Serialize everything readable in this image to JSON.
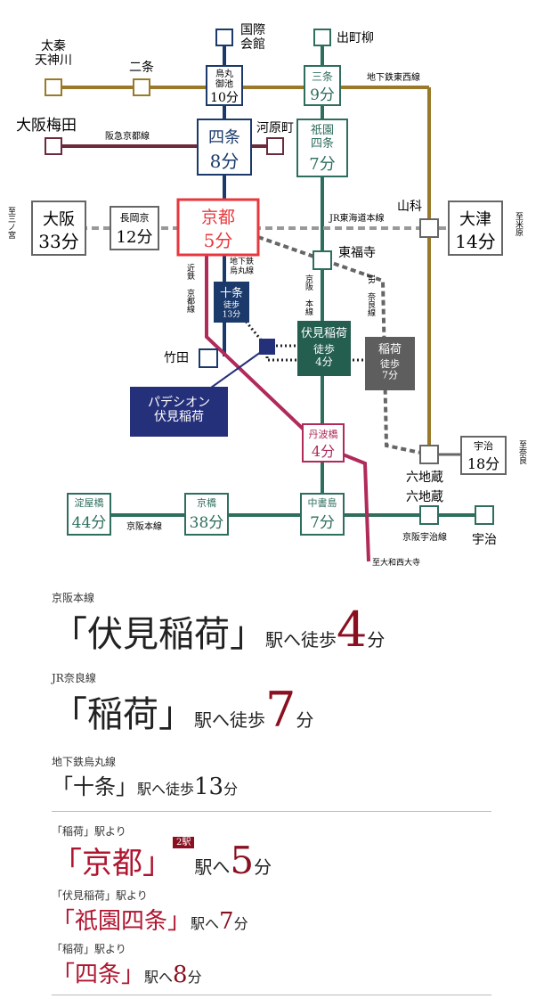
{
  "colors": {
    "keihan": "#2e6e5e",
    "karasuma": "#1b3a6b",
    "tozai": "#9a7a2a",
    "hankyu": "#6b2b3b",
    "kintetsu": "#b02a5a",
    "jr_nara": "#666666",
    "accent": "#8a1020",
    "kyoto_red": "#e8383d",
    "property": "#25307a",
    "walk_box": "#245e4e",
    "inari_box": "#5e5e5e"
  },
  "stations": {
    "kokusai": "国際\n会館",
    "demachi": "出町柳",
    "uzumasa": "太秦\n天神川",
    "nijo": "二条",
    "karasuma_oike": "烏丸\n御池",
    "karasuma_oike_time": "10分",
    "sanjo": "三条",
    "sanjo_time": "9分",
    "umeda": "大阪梅田",
    "shijo": "四条",
    "shijo_time": "8分",
    "kawaramachi": "河原町",
    "gion": "祇園\n四条",
    "gion_time": "7分",
    "osaka": "大阪",
    "osaka_time": "33分",
    "nagaokakyo": "長岡京",
    "nagaokakyo_time": "12分",
    "kyoto": "京都",
    "kyoto_time": "5分",
    "yamashina": "山科",
    "otsu": "大津",
    "otsu_time": "14分",
    "tofukuji": "東福寺",
    "jujo": "十条",
    "jujo_walk": "徒歩\n13分",
    "fushimi_inari": "伏見稲荷",
    "fushimi_inari_walk": "徒歩\n4分",
    "inari": "稲荷",
    "inari_walk": "徒歩\n7分",
    "takeda": "竹田",
    "property": "パデシオン\n伏見稲荷",
    "tambabashi": "丹波橋",
    "tambabashi_time": "4分",
    "uji_top": "宇治",
    "uji_top_time": "18分",
    "rokujizo_top": "六地蔵",
    "rokujizo_bottom": "六地蔵",
    "yodoyabashi": "淀屋橋",
    "yodoyabashi_time": "44分",
    "kyobashi": "京橋",
    "kyobashi_time": "38分",
    "chushojima": "中書島",
    "chushojima_time": "7分",
    "uji_bottom": "宇治"
  },
  "line_labels": {
    "tozai": "地下鉄東西線",
    "hankyu": "阪急京都線",
    "jr_tokaido": "JR東海道本線",
    "to_sannomiya": "至三ノ宮",
    "to_maibara": "至米原",
    "karasuma": "地下鉄\n烏丸線",
    "kintetsu": "近鉄\n京都線",
    "keihan_main_vertical": "京阪\n本線",
    "jr_nara": "JR\n奈良線",
    "to_nara": "至奈良",
    "keihan_main_bottom": "京阪本線",
    "keihan_uji": "京阪宇治線",
    "to_yamato": "至大和西大寺"
  },
  "access": {
    "r1": {
      "line": "京阪本線",
      "pre": "「伏見稲荷」",
      "mid": "駅へ徒歩",
      "num": "4",
      "unit": "分"
    },
    "r2": {
      "line": "JR奈良線",
      "pre": "「稲荷」",
      "mid": "駅へ徒歩",
      "num": "7",
      "unit": "分"
    },
    "r3": {
      "line": "地下鉄烏丸線",
      "pre": "「十条」",
      "mid": "駅へ徒歩",
      "num": "13",
      "unit": "分"
    },
    "r4": {
      "from": "「稲荷」駅より",
      "pre": "「京都」",
      "tag": "2駅",
      "mid": "駅へ",
      "num": "5",
      "unit": "分"
    },
    "r5": {
      "from": "「伏見稲荷」駅より",
      "pre": "「祇園四条」",
      "mid": "駅へ",
      "num": "7",
      "unit": "分"
    },
    "r6": {
      "from": "「稲荷」駅より",
      "pre": "「四条」",
      "mid": "駅へ",
      "num": "8",
      "unit": "分"
    }
  }
}
